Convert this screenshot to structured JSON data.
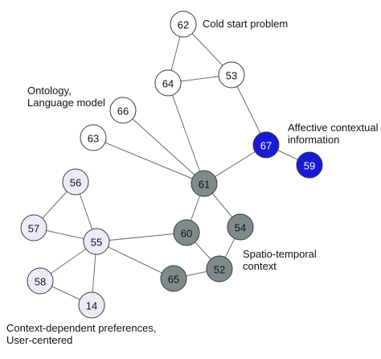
{
  "nodes": [
    {
      "id": "62",
      "label": "62",
      "group": "cold-start"
    },
    {
      "id": "64",
      "label": "64",
      "group": "cold-start"
    },
    {
      "id": "53",
      "label": "53",
      "group": "cold-start"
    },
    {
      "id": "66",
      "label": "66",
      "group": "ontology"
    },
    {
      "id": "63",
      "label": "63",
      "group": "ontology"
    },
    {
      "id": "67",
      "label": "67",
      "group": "affective"
    },
    {
      "id": "59",
      "label": "59",
      "group": "affective"
    },
    {
      "id": "61",
      "label": "61",
      "group": "spatio-temporal"
    },
    {
      "id": "54",
      "label": "54",
      "group": "spatio-temporal"
    },
    {
      "id": "60",
      "label": "60",
      "group": "spatio-temporal"
    },
    {
      "id": "52",
      "label": "52",
      "group": "spatio-temporal"
    },
    {
      "id": "65",
      "label": "65",
      "group": "spatio-temporal"
    },
    {
      "id": "56",
      "label": "56",
      "group": "context-dependent"
    },
    {
      "id": "57",
      "label": "57",
      "group": "context-dependent"
    },
    {
      "id": "55",
      "label": "55",
      "group": "context-dependent"
    },
    {
      "id": "58",
      "label": "58",
      "group": "context-dependent"
    },
    {
      "id": "14",
      "label": "14",
      "group": "context-dependent"
    }
  ],
  "edges": [
    [
      "62",
      "64"
    ],
    [
      "62",
      "53"
    ],
    [
      "64",
      "53"
    ],
    [
      "64",
      "61"
    ],
    [
      "53",
      "67"
    ],
    [
      "66",
      "61"
    ],
    [
      "63",
      "61"
    ],
    [
      "67",
      "61"
    ],
    [
      "67",
      "59"
    ],
    [
      "61",
      "60"
    ],
    [
      "61",
      "54"
    ],
    [
      "54",
      "52"
    ],
    [
      "60",
      "52"
    ],
    [
      "65",
      "52"
    ],
    [
      "60",
      "55"
    ],
    [
      "55",
      "65"
    ],
    [
      "56",
      "57"
    ],
    [
      "56",
      "55"
    ],
    [
      "57",
      "55"
    ],
    [
      "55",
      "58"
    ],
    [
      "55",
      "14"
    ],
    [
      "58",
      "14"
    ]
  ],
  "groups": {
    "cold-start": {
      "fill": "#ffffff",
      "text": "#111111"
    },
    "ontology": {
      "fill": "#ffffff",
      "text": "#111111"
    },
    "affective": {
      "fill": "#1a1ad6",
      "text": "#ffffff"
    },
    "spatio-temporal": {
      "fill": "#7f8a8a",
      "text": "#111111"
    },
    "context-dependent": {
      "fill": "#ecebfa",
      "text": "#111111"
    }
  },
  "cluster_labels": {
    "cold_start": [
      "Cold start problem"
    ],
    "ontology": [
      "Ontology,",
      "Language model"
    ],
    "affective": [
      "Affective contextual",
      "information"
    ],
    "spatio_temporal": [
      "Spatio-temporal",
      "context"
    ],
    "context_dependent": [
      "Context-dependent preferences,",
      "User-centered"
    ]
  }
}
